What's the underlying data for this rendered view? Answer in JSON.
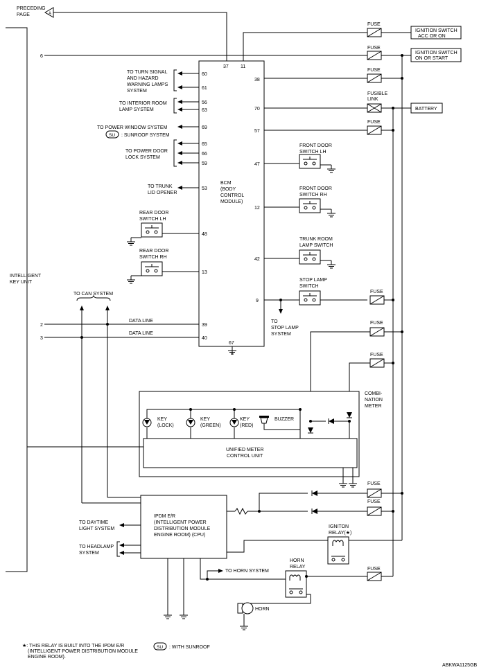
{
  "header": {
    "preceding_1": "PRECEDING",
    "preceding_2": "PAGE",
    "connector": "A"
  },
  "ik": {
    "label_1": "INTELLIGENT",
    "label_2": "KEY UNIT",
    "pin_6": "6",
    "pin_2": "2",
    "pin_3": "3"
  },
  "bcm": {
    "label_1": "BCM",
    "label_2": "(BODY",
    "label_3": "CONTROL",
    "label_4": "MODULE)",
    "pins": {
      "p37": "37",
      "p11": "11",
      "p60": "60",
      "p61": "61",
      "p56": "56",
      "p63": "63",
      "p69": "69",
      "p65": "65",
      "p66": "66",
      "p59": "59",
      "p53": "53",
      "p48": "48",
      "p13": "13",
      "p39": "39",
      "p40": "40",
      "p67": "67",
      "p38": "38",
      "p70": "70",
      "p57": "57",
      "p47": "47",
      "p12": "12",
      "p42": "42",
      "p9": "9"
    }
  },
  "left_labels": {
    "turn_1": "TO TURN SIGNAL",
    "turn_2": "AND HAZARD",
    "turn_3": "WARNING LAMPS",
    "turn_4": "SYSTEM",
    "interior_1": "TO INTERIOR ROOM",
    "interior_2": "LAMP SYSTEM",
    "power_window": "TO POWER WINDOW SYSTEM",
    "su": "SU",
    "sunroof": ": SUNROOF SYSTEM",
    "door_lock_1": "TO POWER DOOR",
    "door_lock_2": "LOCK SYSTEM",
    "trunk_1": "TO TRUNK",
    "trunk_2": "LID OPENER",
    "rear_lh_1": "REAR DOOR",
    "rear_lh_2": "SWITCH LH",
    "rear_rh_1": "REAR DOOR",
    "rear_rh_2": "SWITCH RH",
    "can": "TO CAN SYSTEM",
    "data_line_1": "DATA LINE",
    "data_line_2": "DATA LINE"
  },
  "right_labels": {
    "fuse": "FUSE",
    "fusible_1": "FUSIBLE",
    "fusible_2": "LINK",
    "ign_acc_1": "IGNITION SWITCH",
    "ign_acc_2": "ACC OR ON",
    "ign_on_1": "IGNITION SWITCH",
    "ign_on_2": "ON OR START",
    "battery": "BATTERY",
    "front_lh_1": "FRONT DOOR",
    "front_lh_2": "SWITCH LH",
    "front_rh_1": "FRONT DOOR",
    "front_rh_2": "SWITCH RH",
    "trunk_room_1": "TRUNK ROOM",
    "trunk_room_2": "LAMP SWITCH",
    "stop_sw_1": "STOP LAMP",
    "stop_sw_2": "SWITCH",
    "to_stop_1": "TO",
    "to_stop_2": "STOP LAMP",
    "to_stop_3": "SYSTEM"
  },
  "meter": {
    "combi_1": "COMBI-",
    "combi_2": "NATION",
    "combi_3": "METER",
    "key": "KEY",
    "lock": "(LOCK)",
    "green": "(GREEN)",
    "red": "(RED)",
    "buzzer": "BUZZER",
    "unified_1": "UNIFIED METER",
    "unified_2": "CONTROL UNIT"
  },
  "ipdm": {
    "l1": "IPDM E/R",
    "l2": "(INTELLIGENT POWER",
    "l3": "DISTRIBUTION MODULE",
    "l4": "ENGINE ROOM) (CPU)",
    "daytime_1": "TO DAYTIME",
    "daytime_2": "LIGHT SYSTEM",
    "headlamp_1": "TO HEADLAMP",
    "headlamp_2": "SYSTEM",
    "igniton_1": "IGNITON",
    "igniton_2": "RELAY(★)",
    "horn_relay_1": "HORN",
    "horn_relay_2": "RELAY",
    "horn_system": "TO HORN SYSTEM",
    "horn": "HORN"
  },
  "footer": {
    "note_1": "★: THIS RELAY IS BUILT INTO THE IPDM E/R",
    "note_2": "(INTELLIGENT POWER DISTRIBUTION MODULE",
    "note_3": "ENGINE ROOM).",
    "su": "SU",
    "with_sunroof": ": WITH SUNROOF",
    "code": "ABKWA1125GB"
  }
}
